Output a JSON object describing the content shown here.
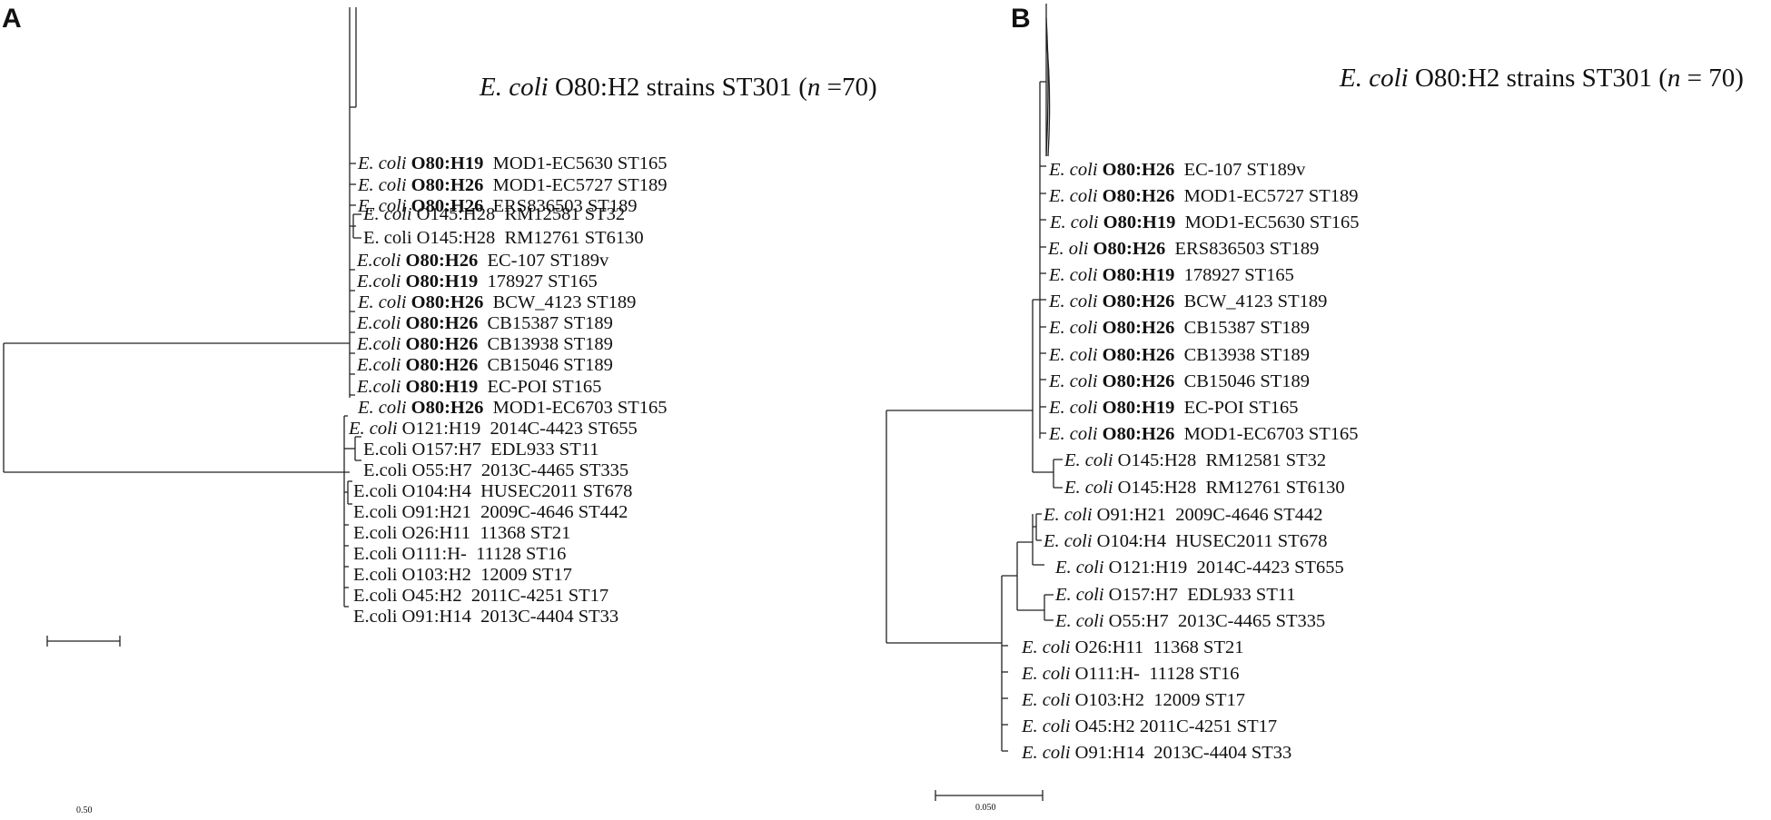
{
  "panels": [
    {
      "letter": "A",
      "group": {
        "species": "E. coli",
        "serotype": "O80:H2 strains ST301",
        "open": "(",
        "n_label": "n",
        "n_value": " =70)"
      },
      "leaves": [
        {
          "species": "E. coli ",
          "serotype": "O80:H19",
          "bold": true,
          "rest": "  MOD1-EC5630 ST165"
        },
        {
          "species": "E. coli ",
          "serotype": "O80:H26",
          "bold": true,
          "rest": "  MOD1-EC5727 ST189"
        },
        {
          "species": "E. coli ",
          "serotype": "O80:H26",
          "bold": true,
          "rest": "  ERS836503 ST189"
        },
        {
          "species": "E. coli ",
          "serotype": "O145:H28",
          "bold": false,
          "rest": "  RM12581 ST32"
        },
        {
          "species": "",
          "serotype": "E. coli O145:H28",
          "bold": false,
          "rest": "  RM12761 ST6130"
        },
        {
          "species": "E.coli ",
          "serotype": "O80:H26",
          "bold": true,
          "rest": "  EC-107 ST189v"
        },
        {
          "species": "E.coli ",
          "serotype": "O80:H19",
          "bold": true,
          "rest": "  178927 ST165"
        },
        {
          "species": "E. coli ",
          "serotype": "O80:H26",
          "bold": true,
          "rest": "  BCW_4123 ST189"
        },
        {
          "species": "E.coli ",
          "serotype": "O80:H26",
          "bold": true,
          "rest": "  CB15387 ST189"
        },
        {
          "species": "E.coli ",
          "serotype": "O80:H26",
          "bold": true,
          "rest": "  CB13938 ST189"
        },
        {
          "species": "E.coli ",
          "serotype": "O80:H26",
          "bold": true,
          "rest": "  CB15046 ST189"
        },
        {
          "species": "E.coli ",
          "serotype": "O80:H19",
          "bold": true,
          "rest": "  EC-POI ST165"
        },
        {
          "species": "E. coli ",
          "serotype": "O80:H26",
          "bold": true,
          "rest": "  MOD1-EC6703 ST165"
        },
        {
          "species": "E. coli ",
          "serotype": "O121:H19",
          "bold": false,
          "rest": "  2014C-4423 ST655"
        },
        {
          "species": "",
          "serotype": "E.coli O157:H7",
          "bold": false,
          "rest": "  EDL933 ST11"
        },
        {
          "species": "",
          "serotype": "E.coli O55:H7",
          "bold": false,
          "rest": "  2013C-4465 ST335"
        },
        {
          "species": "",
          "serotype": "E.coli O104:H4",
          "bold": false,
          "rest": "  HUSEC2011 ST678"
        },
        {
          "species": "",
          "serotype": "E.coli O91:H21",
          "bold": false,
          "rest": "  2009C-4646 ST442"
        },
        {
          "species": "",
          "serotype": "E.coli O26:H11",
          "bold": false,
          "rest": "  11368 ST21"
        },
        {
          "species": "",
          "serotype": "E.coli O111:H-",
          "bold": false,
          "rest": "  11128 ST16"
        },
        {
          "species": "",
          "serotype": "E.coli O103:H2",
          "bold": false,
          "rest": "  12009 ST17"
        },
        {
          "species": "",
          "serotype": "E.coli O45:H2",
          "bold": false,
          "rest": "  2011C-4251 ST17"
        },
        {
          "species": "",
          "serotype": "E.coli O91:H14",
          "bold": false,
          "rest": "  2013C-4404 ST33"
        }
      ],
      "scale_bar": "0.50"
    },
    {
      "letter": "B",
      "group": {
        "species": "E. coli",
        "serotype": "O80:H2 strains ST301",
        "open": "(",
        "n_label": "n",
        "n_value": " = 70)"
      },
      "leaves": [
        {
          "species": "E. coli ",
          "serotype": "O80:H26",
          "bold": true,
          "rest": "  EC-107 ST189v"
        },
        {
          "species": "E. coli ",
          "serotype": "O80:H26",
          "bold": true,
          "rest": "  MOD1-EC5727 ST189"
        },
        {
          "species": "E. coli ",
          "serotype": "O80:H19",
          "bold": true,
          "rest": "  MOD1-EC5630 ST165"
        },
        {
          "species": "E. oli ",
          "serotype": "O80:H26",
          "bold": true,
          "rest": "  ERS836503 ST189"
        },
        {
          "species": "E. coli ",
          "serotype": "O80:H19",
          "bold": true,
          "rest": "  178927 ST165"
        },
        {
          "species": "E. coli ",
          "serotype": "O80:H26",
          "bold": true,
          "rest": "  BCW_4123 ST189"
        },
        {
          "species": "E. coli ",
          "serotype": "O80:H26",
          "bold": true,
          "rest": "  CB15387 ST189"
        },
        {
          "species": "E. coli ",
          "serotype": "O80:H26",
          "bold": true,
          "rest": "  CB13938 ST189"
        },
        {
          "species": "E. coli ",
          "serotype": "O80:H26",
          "bold": true,
          "rest": "  CB15046 ST189"
        },
        {
          "species": "E. coli ",
          "serotype": "O80:H19",
          "bold": true,
          "rest": "  EC-POI ST165"
        },
        {
          "species": "E. coli ",
          "serotype": "O80:H26",
          "bold": true,
          "rest": "  MOD1-EC6703 ST165"
        },
        {
          "species": "E. coli ",
          "serotype": "O145:H28",
          "bold": false,
          "rest": "  RM12581 ST32"
        },
        {
          "species": "E. coli ",
          "serotype": "O145:H28",
          "bold": false,
          "rest": "  RM12761 ST6130"
        },
        {
          "species": "E. coli ",
          "serotype": "O91:H21",
          "bold": false,
          "rest": "  2009C-4646 ST442"
        },
        {
          "species": "E. coli ",
          "serotype": "O104:H4",
          "bold": false,
          "rest": "  HUSEC2011 ST678"
        },
        {
          "species": "E. coli ",
          "serotype": "O121:H19",
          "bold": false,
          "rest": "  2014C-4423 ST655"
        },
        {
          "species": "E. coli ",
          "serotype": "O157:H7",
          "bold": false,
          "rest": "  EDL933 ST11"
        },
        {
          "species": "E. coli ",
          "serotype": "O55:H7",
          "bold": false,
          "rest": "  2013C-4465 ST335"
        },
        {
          "species": "E. coli ",
          "serotype": "O26:H11",
          "bold": false,
          "rest": "  11368 ST21"
        },
        {
          "species": "E. coli ",
          "serotype": "O111:H-",
          "bold": false,
          "rest": "  11128 ST16"
        },
        {
          "species": "E. coli ",
          "serotype": "O103:H2",
          "bold": false,
          "rest": "  12009 ST17"
        },
        {
          "species": "E. coli ",
          "serotype": "O45:H2",
          "bold": false,
          "rest": " 2011C-4251 ST17"
        },
        {
          "species": "E. coli ",
          "serotype": "O91:H14",
          "bold": false,
          "rest": "  2013C-4404 ST33"
        }
      ],
      "scale_bar": "0.050"
    }
  ]
}
